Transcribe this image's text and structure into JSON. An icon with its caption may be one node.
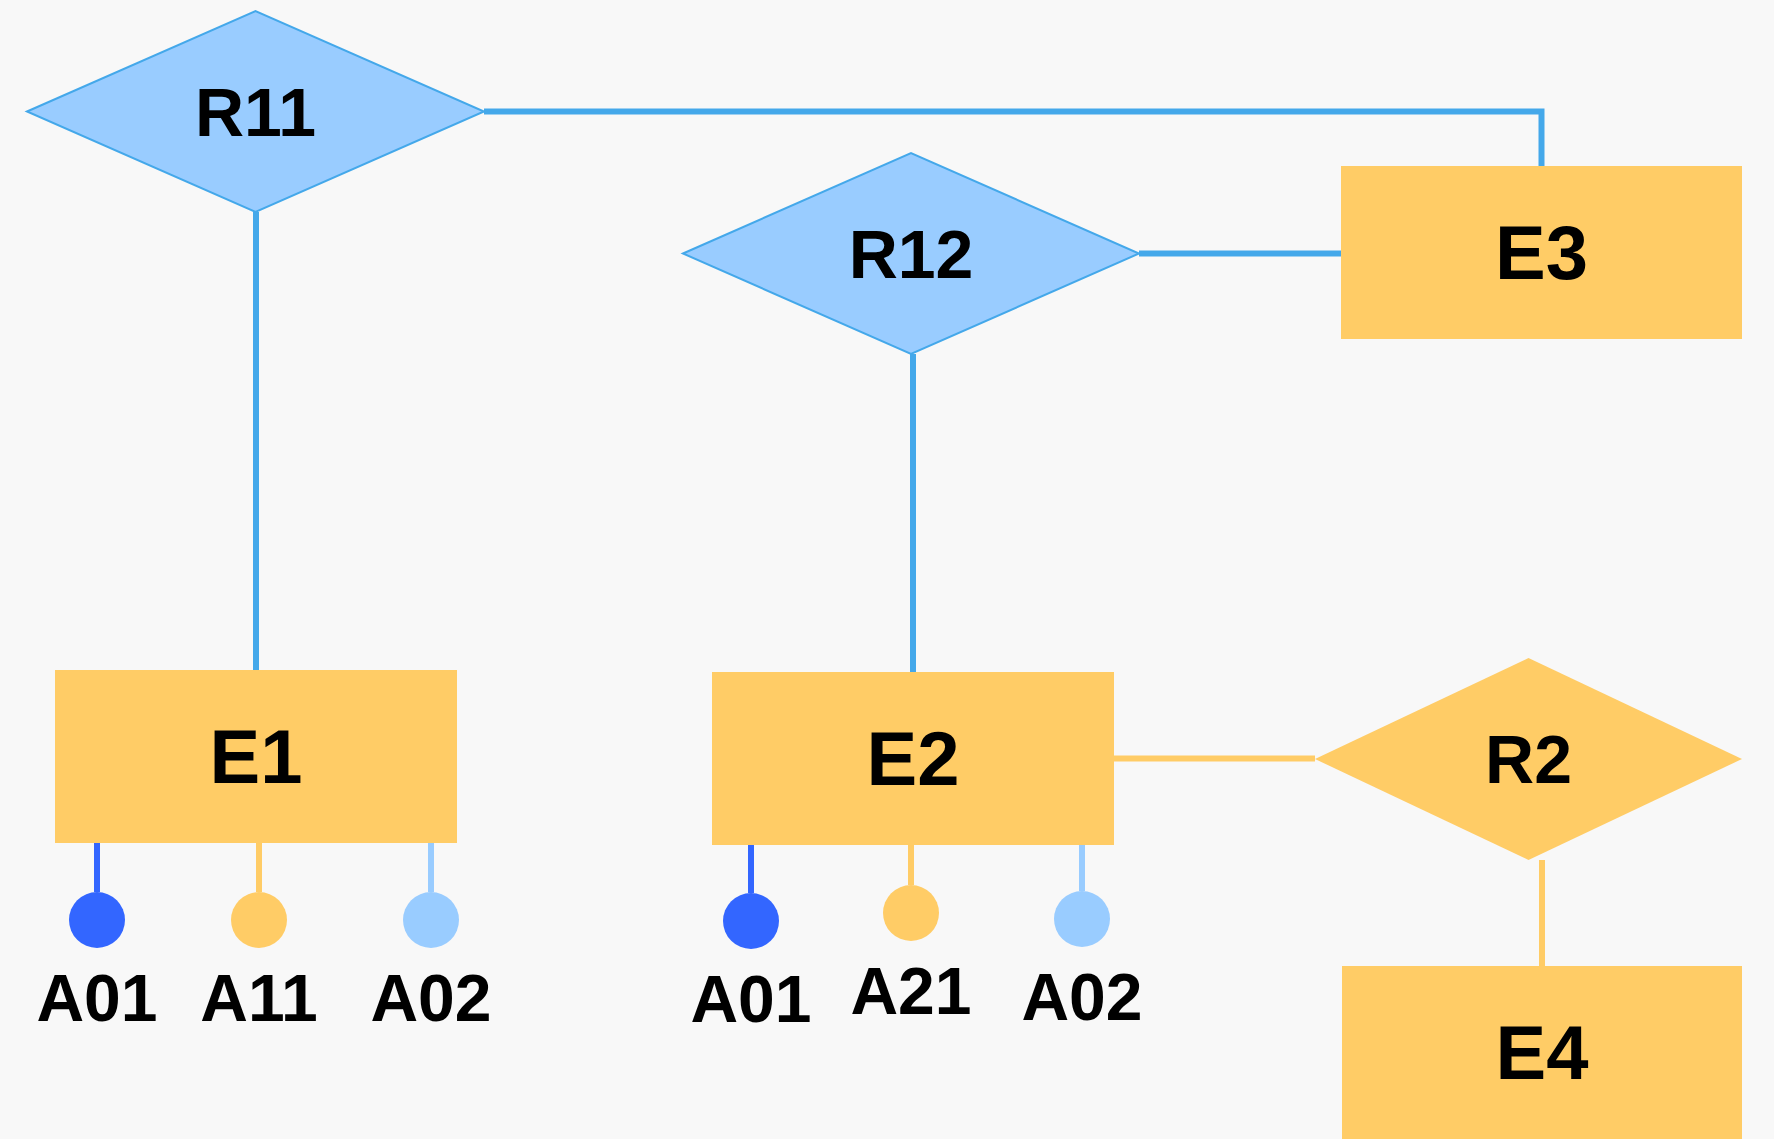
{
  "diagram": {
    "nodes": [
      {
        "text": [
          "R11"
        ]
      },
      {
        "text": [
          "R12"
        ]
      },
      {
        "text": [
          "E3"
        ]
      },
      {
        "text": [
          "E1"
        ]
      },
      {
        "text": [
          "E2"
        ]
      },
      {
        "text": [
          "R2"
        ]
      },
      {
        "text": [
          "E4"
        ]
      },
      {
        "text": [
          "A01"
        ]
      },
      {
        "text": [
          "A11"
        ]
      },
      {
        "text": [
          "A02"
        ]
      },
      {
        "text": [
          "A01"
        ]
      },
      {
        "text": [
          "A21"
        ]
      },
      {
        "text": [
          "A02"
        ]
      }
    ],
    "edges": [
      {
        "from": 0,
        "to": 2,
        "arrow": "none"
      },
      {
        "from": 0,
        "to": 3,
        "arrow": "none"
      },
      {
        "from": 1,
        "to": 2,
        "arrow": "none"
      },
      {
        "from": 1,
        "to": 4,
        "arrow": "none"
      },
      {
        "from": 4,
        "to": 5,
        "arrow": "none",
        "color": "#ffcc66"
      },
      {
        "from": 5,
        "to": 6,
        "arrow": "none",
        "color": "#ffcc66"
      },
      {
        "from": 3,
        "to": 7,
        "arrow": "none",
        "color": "#3366ff"
      },
      {
        "from": 3,
        "to": 8,
        "arrow": "none",
        "color": "#ffcc66"
      },
      {
        "from": 3,
        "to": 9,
        "arrow": "none",
        "color": "#99ccff"
      },
      {
        "from": 4,
        "to": 10,
        "arrow": "none",
        "color": "#3366ff"
      },
      {
        "from": 4,
        "to": 11,
        "arrow": "none",
        "color": "#ffcc66"
      },
      {
        "from": 4,
        "to": 12,
        "arrow": "none",
        "color": "#99ccff"
      }
    ]
  }
}
